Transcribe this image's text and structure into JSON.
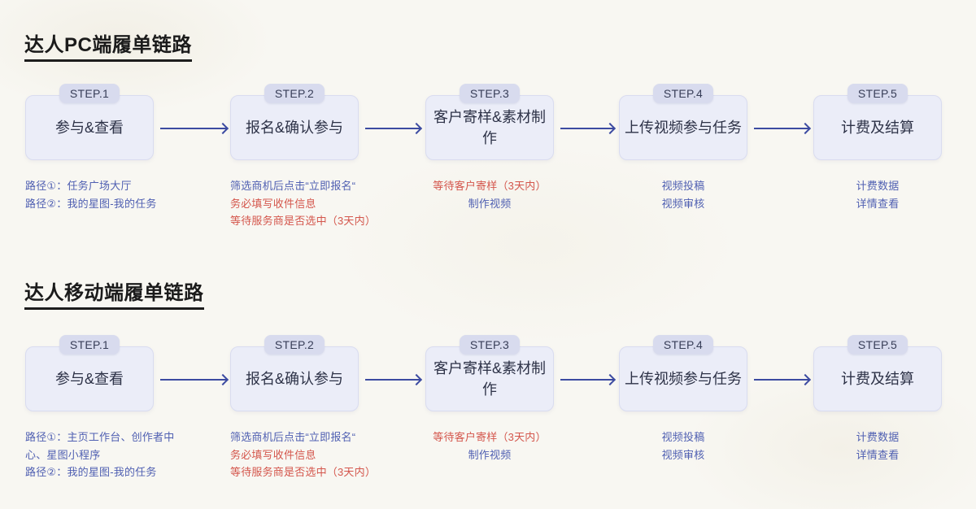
{
  "colors": {
    "background": "#f8f7f2",
    "title_text": "#1b1b1b",
    "tag_bg": "#d8dbee",
    "tag_text": "#383e58",
    "box_bg": "#ebedf8",
    "box_border": "#d9dcf0",
    "box_text": "#2d3247",
    "arrow": "#3c4ba1",
    "note_blue": "#5060b2",
    "note_red": "#d4564c"
  },
  "sections": [
    {
      "title": "达人PC端履单链路",
      "steps": [
        {
          "tag": "STEP.1",
          "label": "参与&查看",
          "notes": [
            {
              "text": "路径①：任务广场大厅",
              "color": "blue"
            },
            {
              "text": "路径②：我的星图-我的任务",
              "color": "blue"
            }
          ]
        },
        {
          "tag": "STEP.2",
          "label": "报名&确认参与",
          "notes": [
            {
              "text": "筛选商机后点击“立即报名“",
              "color": "blue"
            },
            {
              "text": "务必填写收件信息",
              "color": "red"
            },
            {
              "text": "等待服务商是否选中（3天内）",
              "color": "red"
            }
          ]
        },
        {
          "tag": "STEP.3",
          "label": "客户寄样&素材制作",
          "notes": [
            {
              "text": "等待客户寄样（3天内）",
              "color": "red"
            },
            {
              "text": "制作视频",
              "color": "blue"
            }
          ]
        },
        {
          "tag": "STEP.4",
          "label": "上传视频参与任务",
          "notes": [
            {
              "text": "视频投稿",
              "color": "blue"
            },
            {
              "text": "视频审核",
              "color": "blue"
            }
          ]
        },
        {
          "tag": "STEP.5",
          "label": "计费及结算",
          "notes": [
            {
              "text": "计费数据",
              "color": "blue"
            },
            {
              "text": "详情查看",
              "color": "blue"
            }
          ]
        }
      ]
    },
    {
      "title": "达人移动端履单链路",
      "steps": [
        {
          "tag": "STEP.1",
          "label": "参与&查看",
          "notes": [
            {
              "text": "路径①：主页工作台、创作者中心、星图小程序",
              "color": "blue"
            },
            {
              "text": "路径②：我的星图-我的任务",
              "color": "blue"
            }
          ]
        },
        {
          "tag": "STEP.2",
          "label": "报名&确认参与",
          "notes": [
            {
              "text": "筛选商机后点击“立即报名“",
              "color": "blue"
            },
            {
              "text": "务必填写收件信息",
              "color": "red"
            },
            {
              "text": "等待服务商是否选中（3天内）",
              "color": "red"
            }
          ]
        },
        {
          "tag": "STEP.3",
          "label": "客户寄样&素材制作",
          "notes": [
            {
              "text": "等待客户寄样（3天内）",
              "color": "red"
            },
            {
              "text": "制作视频",
              "color": "blue"
            }
          ]
        },
        {
          "tag": "STEP.4",
          "label": "上传视频参与任务",
          "notes": [
            {
              "text": "视频投稿",
              "color": "blue"
            },
            {
              "text": "视频审核",
              "color": "blue"
            }
          ]
        },
        {
          "tag": "STEP.5",
          "label": "计费及结算",
          "notes": [
            {
              "text": "计费数据",
              "color": "blue"
            },
            {
              "text": "详情查看",
              "color": "blue"
            }
          ]
        }
      ]
    }
  ]
}
